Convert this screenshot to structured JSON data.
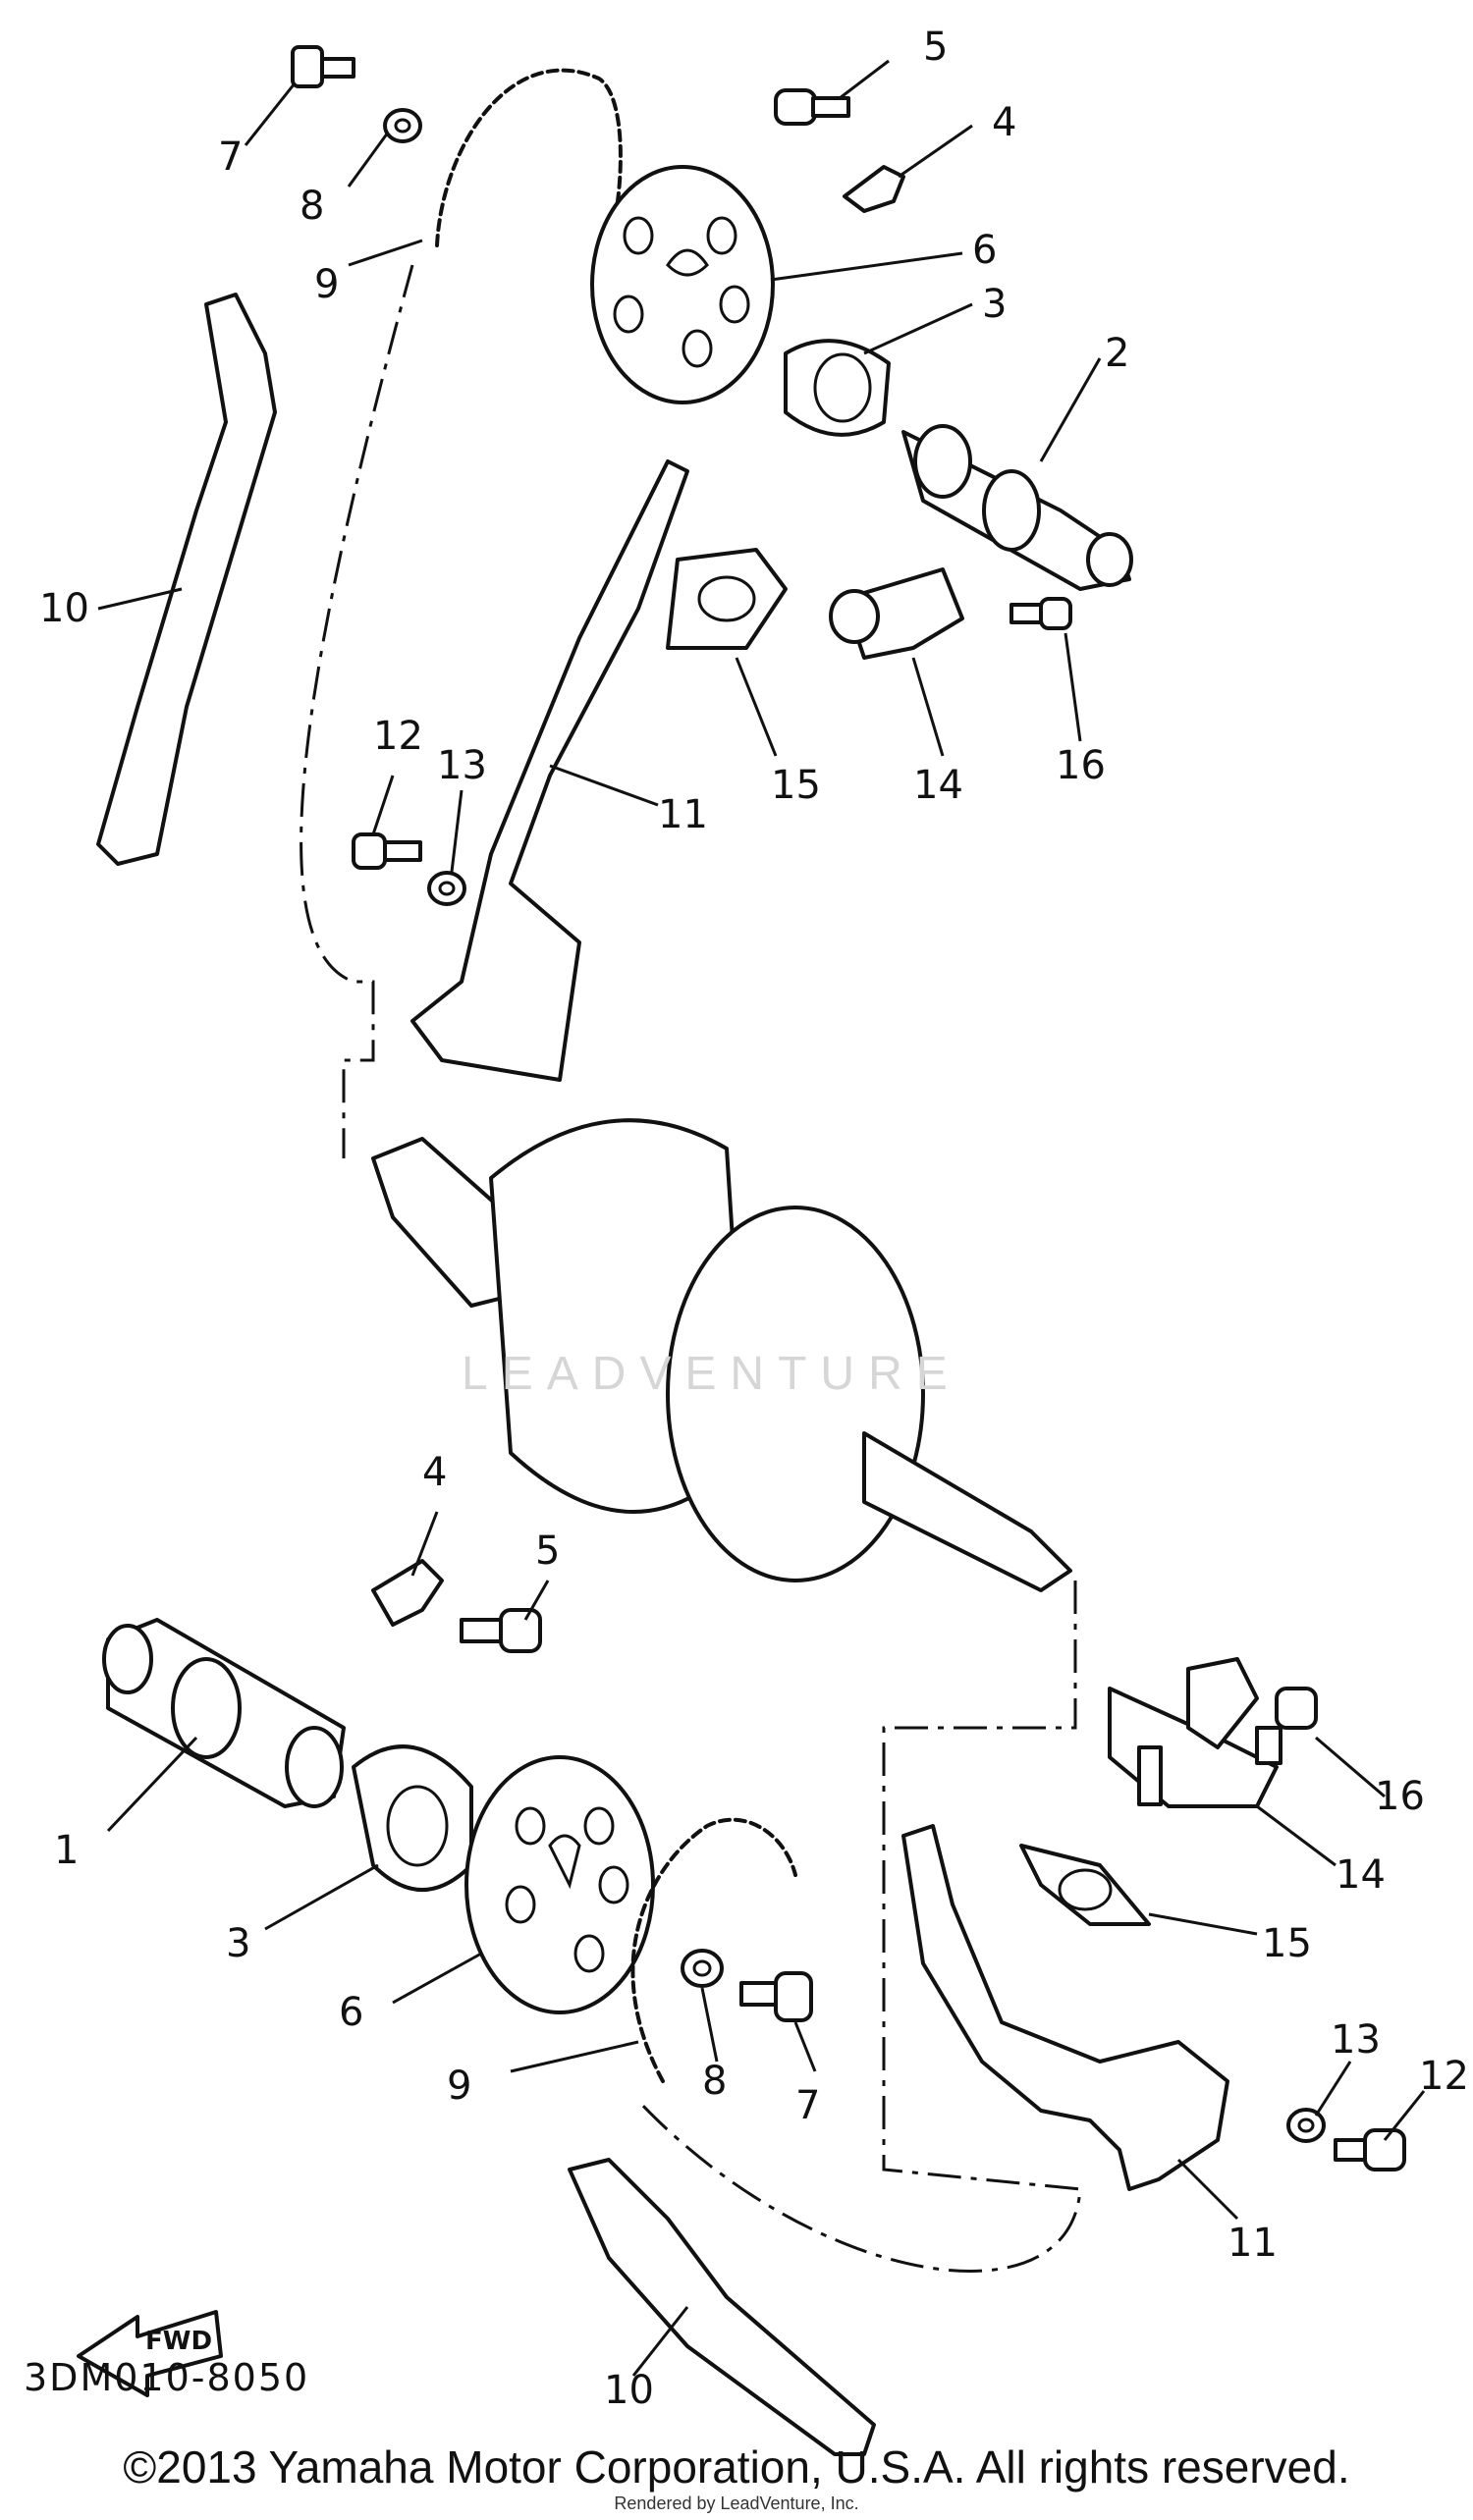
{
  "diagram": {
    "code": "3DM010-8050",
    "fwd_label": "FWD",
    "watermark": "LEADVENTURE",
    "copyright": "©2013 Yamaha Motor Corporation, U.S.A. All rights reserved.",
    "rendered_by": "Rendered by LeadVenture, Inc."
  },
  "callouts": {
    "upper_7": "7",
    "upper_8": "8",
    "upper_9": "9",
    "upper_5": "5",
    "upper_4": "4",
    "upper_6": "6",
    "upper_3": "3",
    "upper_2": "2",
    "upper_10": "10",
    "upper_12": "12",
    "upper_13": "13",
    "upper_11": "11",
    "upper_15": "15",
    "upper_14": "14",
    "upper_16": "16",
    "lower_4": "4",
    "lower_5": "5",
    "lower_1": "1",
    "lower_3": "3",
    "lower_6": "6",
    "lower_9": "9",
    "lower_8": "8",
    "lower_7": "7",
    "lower_10": "10",
    "lower_16": "16",
    "lower_14": "14",
    "lower_15": "15",
    "lower_13": "13",
    "lower_12": "12",
    "lower_11": "11"
  }
}
